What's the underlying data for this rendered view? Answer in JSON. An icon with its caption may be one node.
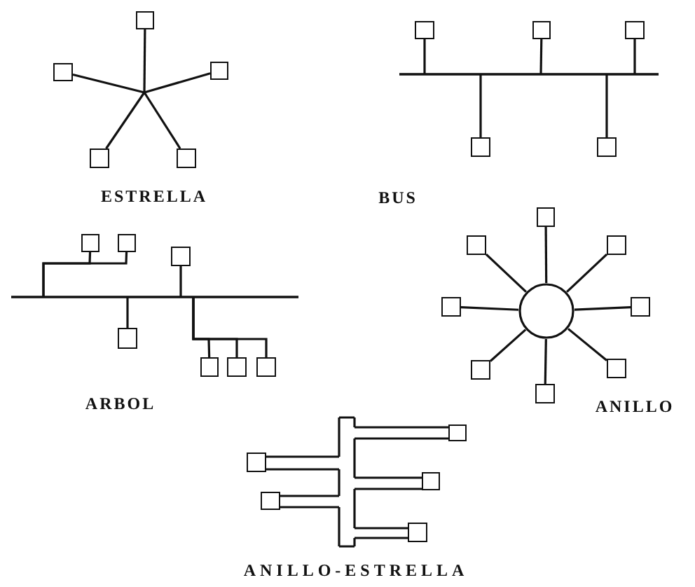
{
  "diagram": {
    "nodes": [
      {
        "text": [],
        "shape": "box"
      },
      {
        "text": [],
        "shape": "box"
      },
      {
        "text": [],
        "shape": "box"
      },
      {
        "text": [],
        "shape": "box"
      },
      {
        "text": [],
        "shape": "box"
      },
      {
        "text": [],
        "shape": "box"
      },
      {
        "text": [],
        "shape": "box"
      },
      {
        "text": [],
        "shape": "box"
      },
      {
        "text": [],
        "shape": "box"
      },
      {
        "text": [],
        "shape": "box"
      },
      {
        "text": [],
        "shape": "box"
      },
      {
        "text": [],
        "shape": "box"
      },
      {
        "text": [],
        "shape": "box"
      },
      {
        "text": [],
        "shape": "box"
      },
      {
        "text": [],
        "shape": "box"
      },
      {
        "text": [],
        "shape": "box"
      },
      {
        "text": [],
        "shape": "box"
      },
      {
        "text": [],
        "shape": "circle"
      },
      {
        "text": [],
        "shape": "box"
      },
      {
        "text": [],
        "shape": "box"
      },
      {
        "text": [],
        "shape": "box"
      },
      {
        "text": [],
        "shape": "box"
      },
      {
        "text": [],
        "shape": "box"
      },
      {
        "text": [],
        "shape": "box"
      },
      {
        "text": [],
        "shape": "box"
      },
      {
        "text": [],
        "shape": "box"
      },
      {
        "text": [],
        "shape": "bar"
      },
      {
        "text": [],
        "shape": "box"
      },
      {
        "text": [],
        "shape": "box"
      },
      {
        "text": [],
        "shape": "box"
      },
      {
        "text": [],
        "shape": "box"
      },
      {
        "text": [],
        "shape": "box"
      }
    ],
    "edges": [
      {
        "from": null,
        "to": 0,
        "arrow": "none"
      },
      {
        "from": null,
        "to": 1,
        "arrow": "none"
      },
      {
        "from": null,
        "to": 2,
        "arrow": "none"
      },
      {
        "from": null,
        "to": 3,
        "arrow": "none"
      },
      {
        "from": null,
        "to": 4,
        "arrow": "none"
      },
      {
        "from": null,
        "to": 5,
        "arrow": "none"
      },
      {
        "from": null,
        "to": 6,
        "arrow": "none"
      },
      {
        "from": null,
        "to": 7,
        "arrow": "none"
      },
      {
        "from": null,
        "to": 8,
        "arrow": "none"
      },
      {
        "from": null,
        "to": 9,
        "arrow": "none"
      },
      {
        "from": null,
        "to": 10,
        "arrow": "none"
      },
      {
        "from": null,
        "to": 11,
        "arrow": "none"
      },
      {
        "from": null,
        "to": 12,
        "arrow": "none"
      },
      {
        "from": null,
        "to": 13,
        "arrow": "none"
      },
      {
        "from": null,
        "to": 14,
        "arrow": "none"
      },
      {
        "from": null,
        "to": 15,
        "arrow": "none"
      },
      {
        "from": null,
        "to": 16,
        "arrow": "none"
      },
      {
        "from": 17,
        "to": 18,
        "arrow": "none"
      },
      {
        "from": 17,
        "to": 19,
        "arrow": "none"
      },
      {
        "from": 17,
        "to": 20,
        "arrow": "none"
      },
      {
        "from": 17,
        "to": 21,
        "arrow": "none"
      },
      {
        "from": 17,
        "to": 22,
        "arrow": "none"
      },
      {
        "from": 17,
        "to": 23,
        "arrow": "none"
      },
      {
        "from": 17,
        "to": 24,
        "arrow": "none"
      },
      {
        "from": 17,
        "to": 25,
        "arrow": "none"
      },
      {
        "from": 26,
        "to": 27,
        "arrow": "none"
      },
      {
        "from": 26,
        "to": 28,
        "arrow": "none"
      },
      {
        "from": 26,
        "to": 29,
        "arrow": "none"
      },
      {
        "from": 26,
        "to": 30,
        "arrow": "none"
      },
      {
        "from": 26,
        "to": 31,
        "arrow": "none"
      }
    ],
    "labels": [
      "ESTRELLA",
      "BUS",
      "ARBOL",
      "ANILLO",
      "ANILLO-ESTRELLA"
    ]
  }
}
